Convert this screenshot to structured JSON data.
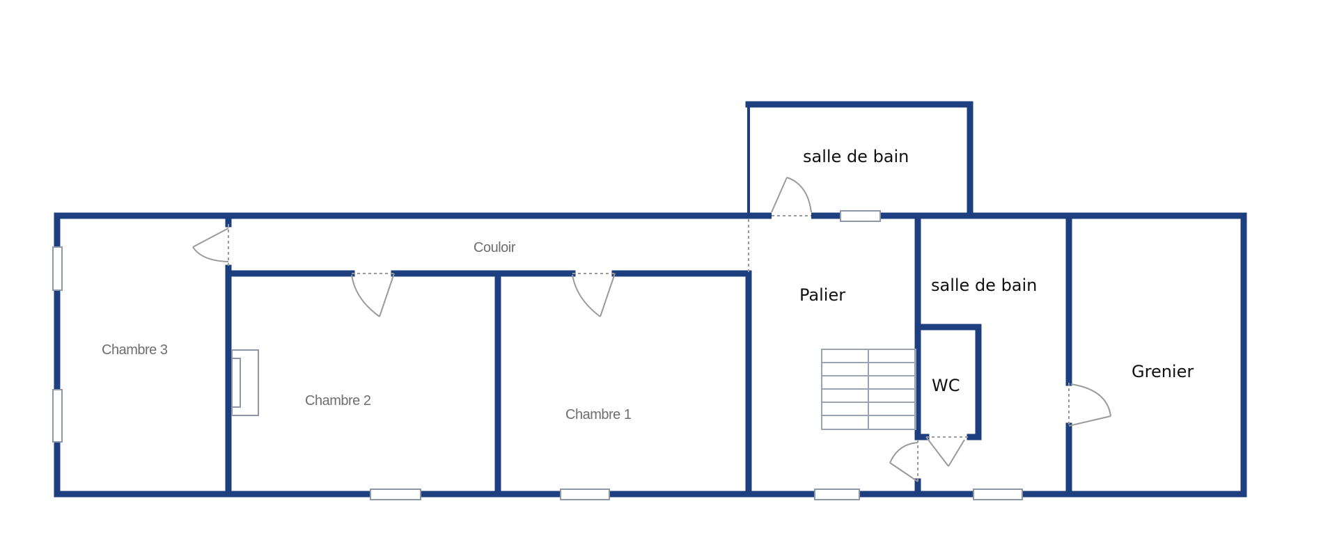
{
  "plan": {
    "wall_color": "#1d3f80",
    "door_color": "#9a9a9a",
    "window_color": "#8c97a8",
    "rooms": [
      {
        "id": "chambre-3",
        "label": "Chambre 3"
      },
      {
        "id": "chambre-2",
        "label": "Chambre 2"
      },
      {
        "id": "chambre-1",
        "label": "Chambre 1"
      },
      {
        "id": "couloir",
        "label": "Couloir"
      },
      {
        "id": "palier",
        "label": "Palier"
      },
      {
        "id": "salle-de-bain-top",
        "label": "salle de bain"
      },
      {
        "id": "salle-de-bain-right",
        "label": "salle de bain"
      },
      {
        "id": "wc",
        "label": "WC"
      },
      {
        "id": "grenier",
        "label": "Grenier"
      }
    ]
  }
}
